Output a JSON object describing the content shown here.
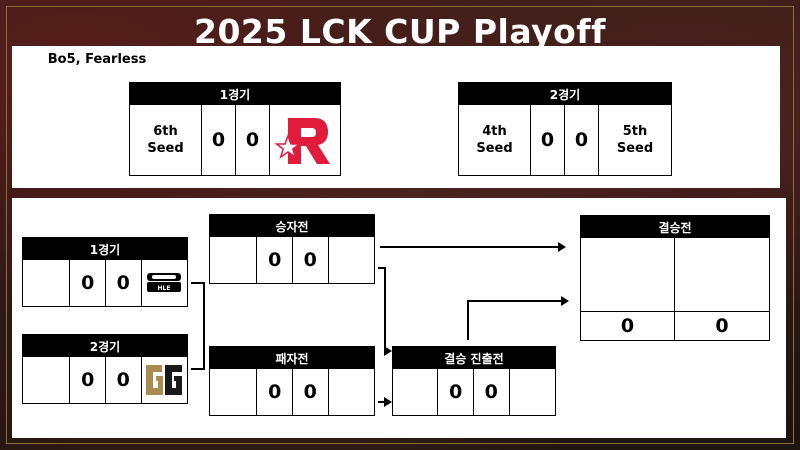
{
  "title": "2025 LCK CUP Playoff",
  "format": "Bo5, Fearless",
  "colors": {
    "header": "#000000",
    "kt_red": "#e01b3c",
    "geng_gold": "#aa8a4f"
  },
  "top": {
    "match1": {
      "label": "1경기",
      "left_seed": "6th\nSeed",
      "score_left": "0",
      "score_right": "0",
      "right_logo": "kt-rolster-logo"
    },
    "match2": {
      "label": "2경기",
      "left_seed": "4th\nSeed",
      "score_left": "0",
      "score_right": "0",
      "right_seed": "5th\nSeed"
    }
  },
  "bracket": {
    "round1_match1": {
      "label": "1경기",
      "score_left": "0",
      "score_right": "0",
      "logo": "hanwha-life-logo",
      "logo_text": "HLE"
    },
    "round1_match2": {
      "label": "2경기",
      "score_left": "0",
      "score_right": "0",
      "logo": "gen-g-logo"
    },
    "winners": {
      "label": "승자전",
      "score_left": "0",
      "score_right": "0"
    },
    "losers": {
      "label": "패자전",
      "score_left": "0",
      "score_right": "0"
    },
    "final_qualifier": {
      "label": "결승 진출전",
      "score_left": "0",
      "score_right": "0"
    },
    "final": {
      "label": "결승전",
      "score_left": "0",
      "score_right": "0"
    }
  }
}
